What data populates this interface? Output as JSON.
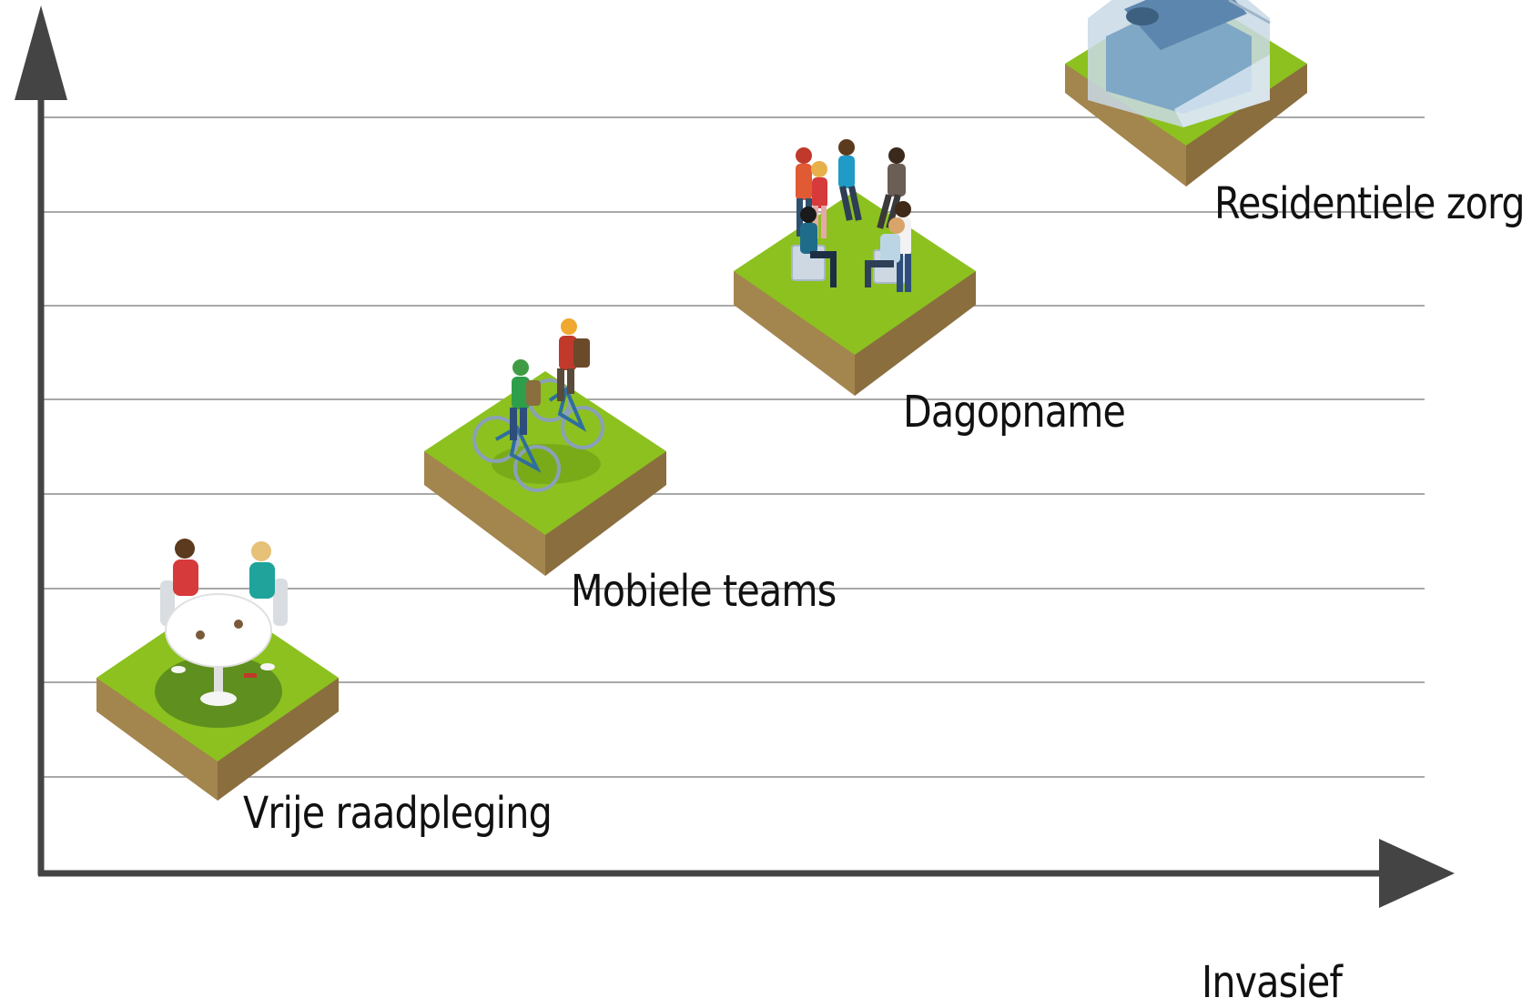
{
  "diagram": {
    "x_axis_label": "Invasief",
    "colors": {
      "axis": "#444444",
      "gridline": "#a8a8a8",
      "grass": "#8cc11f",
      "grass_dark": "#5f8f1e",
      "soil": "#a3854e",
      "soil_dark": "#8a6e3e"
    },
    "gridline_count": 8,
    "steps": [
      {
        "label": "Vrije raadpleging",
        "icon": "cafe-table-conversation-icon"
      },
      {
        "label": "Mobiele teams",
        "icon": "bicycle-team-icon"
      },
      {
        "label": "Dagopname",
        "icon": "group-circle-meeting-icon"
      },
      {
        "label": "Residentiele zorg",
        "icon": "house-bed-icon"
      }
    ]
  }
}
